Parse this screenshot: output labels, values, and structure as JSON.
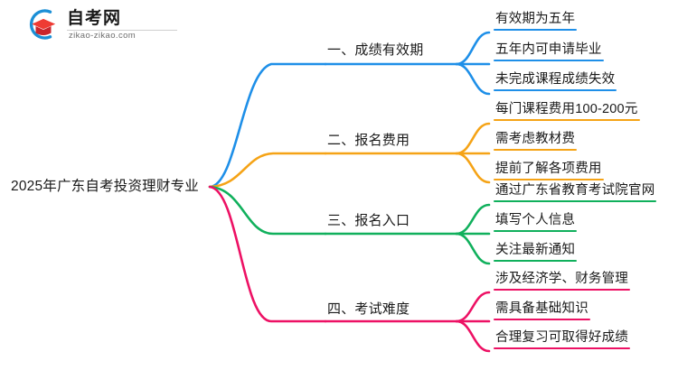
{
  "logo": {
    "name": "zikao-logo",
    "wordmark": "自考网",
    "domain": "zikao-zikao.com",
    "mark_icon": "graduation-cap-icon",
    "arc_color": "#1B8FD6",
    "cap_color": "#E8332A",
    "cap_dark_color": "#C9252C"
  },
  "mindmap": {
    "root": {
      "label": "2025年广东自考投资理财专业"
    },
    "branches": [
      {
        "index": "1",
        "label": "一、成绩有效期",
        "color": "#1E8FE8",
        "leaves": [
          {
            "label": "有效期为五年"
          },
          {
            "label": "五年内可申请毕业"
          },
          {
            "label": "未完成课程成绩失效"
          }
        ]
      },
      {
        "index": "2",
        "label": "二、报名费用",
        "color": "#F5A316",
        "leaves": [
          {
            "label": "每门课程费用100-200元"
          },
          {
            "label": "需考虑教材费"
          },
          {
            "label": "提前了解各项费用"
          }
        ]
      },
      {
        "index": "3",
        "label": "三、报名入口",
        "color": "#10B05C",
        "leaves": [
          {
            "label": "通过广东省教育考试院官网"
          },
          {
            "label": "填写个人信息"
          },
          {
            "label": "关注最新通知"
          }
        ]
      },
      {
        "index": "4",
        "label": "四、考试难度",
        "color": "#ED1164",
        "leaves": [
          {
            "label": "涉及经济学、财务管理"
          },
          {
            "label": "需具备基础知识"
          },
          {
            "label": "合理复习可取得好成绩"
          }
        ]
      }
    ]
  }
}
